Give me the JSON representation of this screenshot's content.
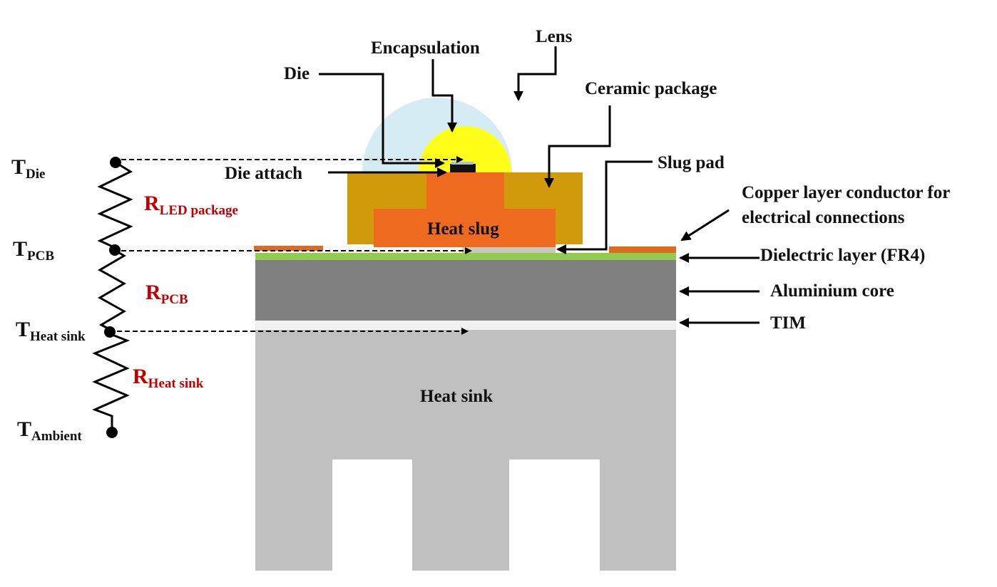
{
  "diagram": {
    "title": "LED thermal resistance path diagram",
    "colors": {
      "lens": "#d6ecf5",
      "encapsulation": "#ffff1a",
      "die": "#111111",
      "ceramic_package": "#d09a0a",
      "heat_slug": "#ee6a1e",
      "slug_pad": "#c9c9c0",
      "copper": "#e0691f",
      "dielectric": "#92cc4f",
      "aluminium_core": "#808080",
      "tim": "#f1f1f1",
      "heat_sink": "#c0c0c0",
      "resistance_label": "#c00000"
    },
    "component_labels": {
      "encapsulation": "Encapsulation",
      "lens": "Lens",
      "die": "Die",
      "ceramic_package": "Ceramic package",
      "die_attach": "Die attach",
      "slug_pad": "Slug pad",
      "copper_line1": "Copper layer conductor for",
      "copper_line2": "electrical connections",
      "dielectric": "Dielectric layer (FR4)",
      "aluminium": "Aluminium  core",
      "tim": "TIM",
      "heat_slug": "Heat slug",
      "heat_sink": "Heat sink"
    },
    "thermal_nodes": [
      {
        "main": "T",
        "sub": "Die"
      },
      {
        "main": "T",
        "sub": "PCB"
      },
      {
        "main": "T",
        "sub": "Heat sink"
      },
      {
        "main": "T",
        "sub": "Ambient"
      }
    ],
    "resistances": [
      {
        "main": "R",
        "sub": "LED package"
      },
      {
        "main": "R",
        "sub": "PCB"
      },
      {
        "main": "R",
        "sub": "Heat sink"
      }
    ]
  }
}
